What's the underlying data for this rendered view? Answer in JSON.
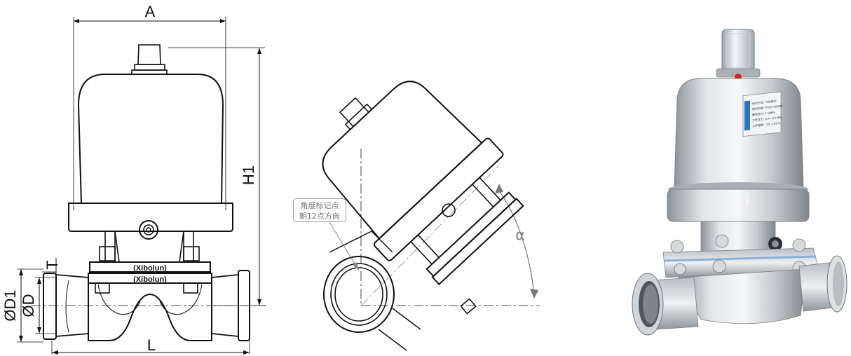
{
  "front_view": {
    "dim_A": "A",
    "dim_H1": "H1",
    "dim_T": "T",
    "dim_D1": "ØD1",
    "dim_D": "ØD",
    "dim_L": "L",
    "brand_upper": "(Xibolun)",
    "brand_lower": "(Xibolun)"
  },
  "angle_view": {
    "note_line1": "角度标记点",
    "note_line2": "朝12点方向",
    "angle_symbol": "α"
  },
  "photo": {
    "logo": "Hebron",
    "nameplate_rows": [
      "驱动方式: 气动常闭",
      "密封材质: PTFE+EPDM",
      "最高压力: 1.0MPa",
      "工作压力: 0.4~0.7MPa",
      "工作温度: -10~150℃"
    ]
  },
  "colors": {
    "line": "#111111",
    "leader": "#888888",
    "steel": "#c9cdd1",
    "red": "#e02020"
  }
}
